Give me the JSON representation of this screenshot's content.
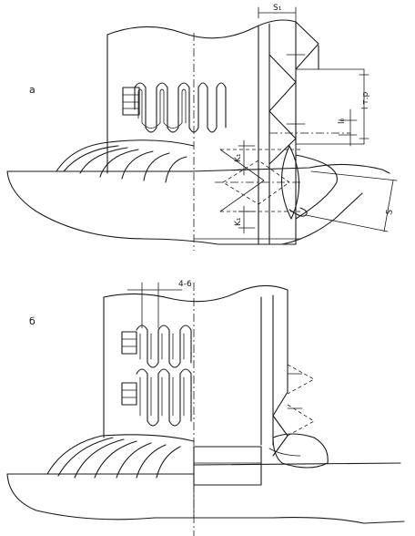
{
  "panel_a": {
    "label": "a",
    "dim_s1": "S₁",
    "dim_k1_upper": "K₁",
    "dim_k1_lower": "K₁",
    "dim_l_tr": "l т.р",
    "dim_l0": "l₀",
    "dim_s": "S"
  },
  "panel_b": {
    "label": "б",
    "dim_4_6": "4-6"
  }
}
